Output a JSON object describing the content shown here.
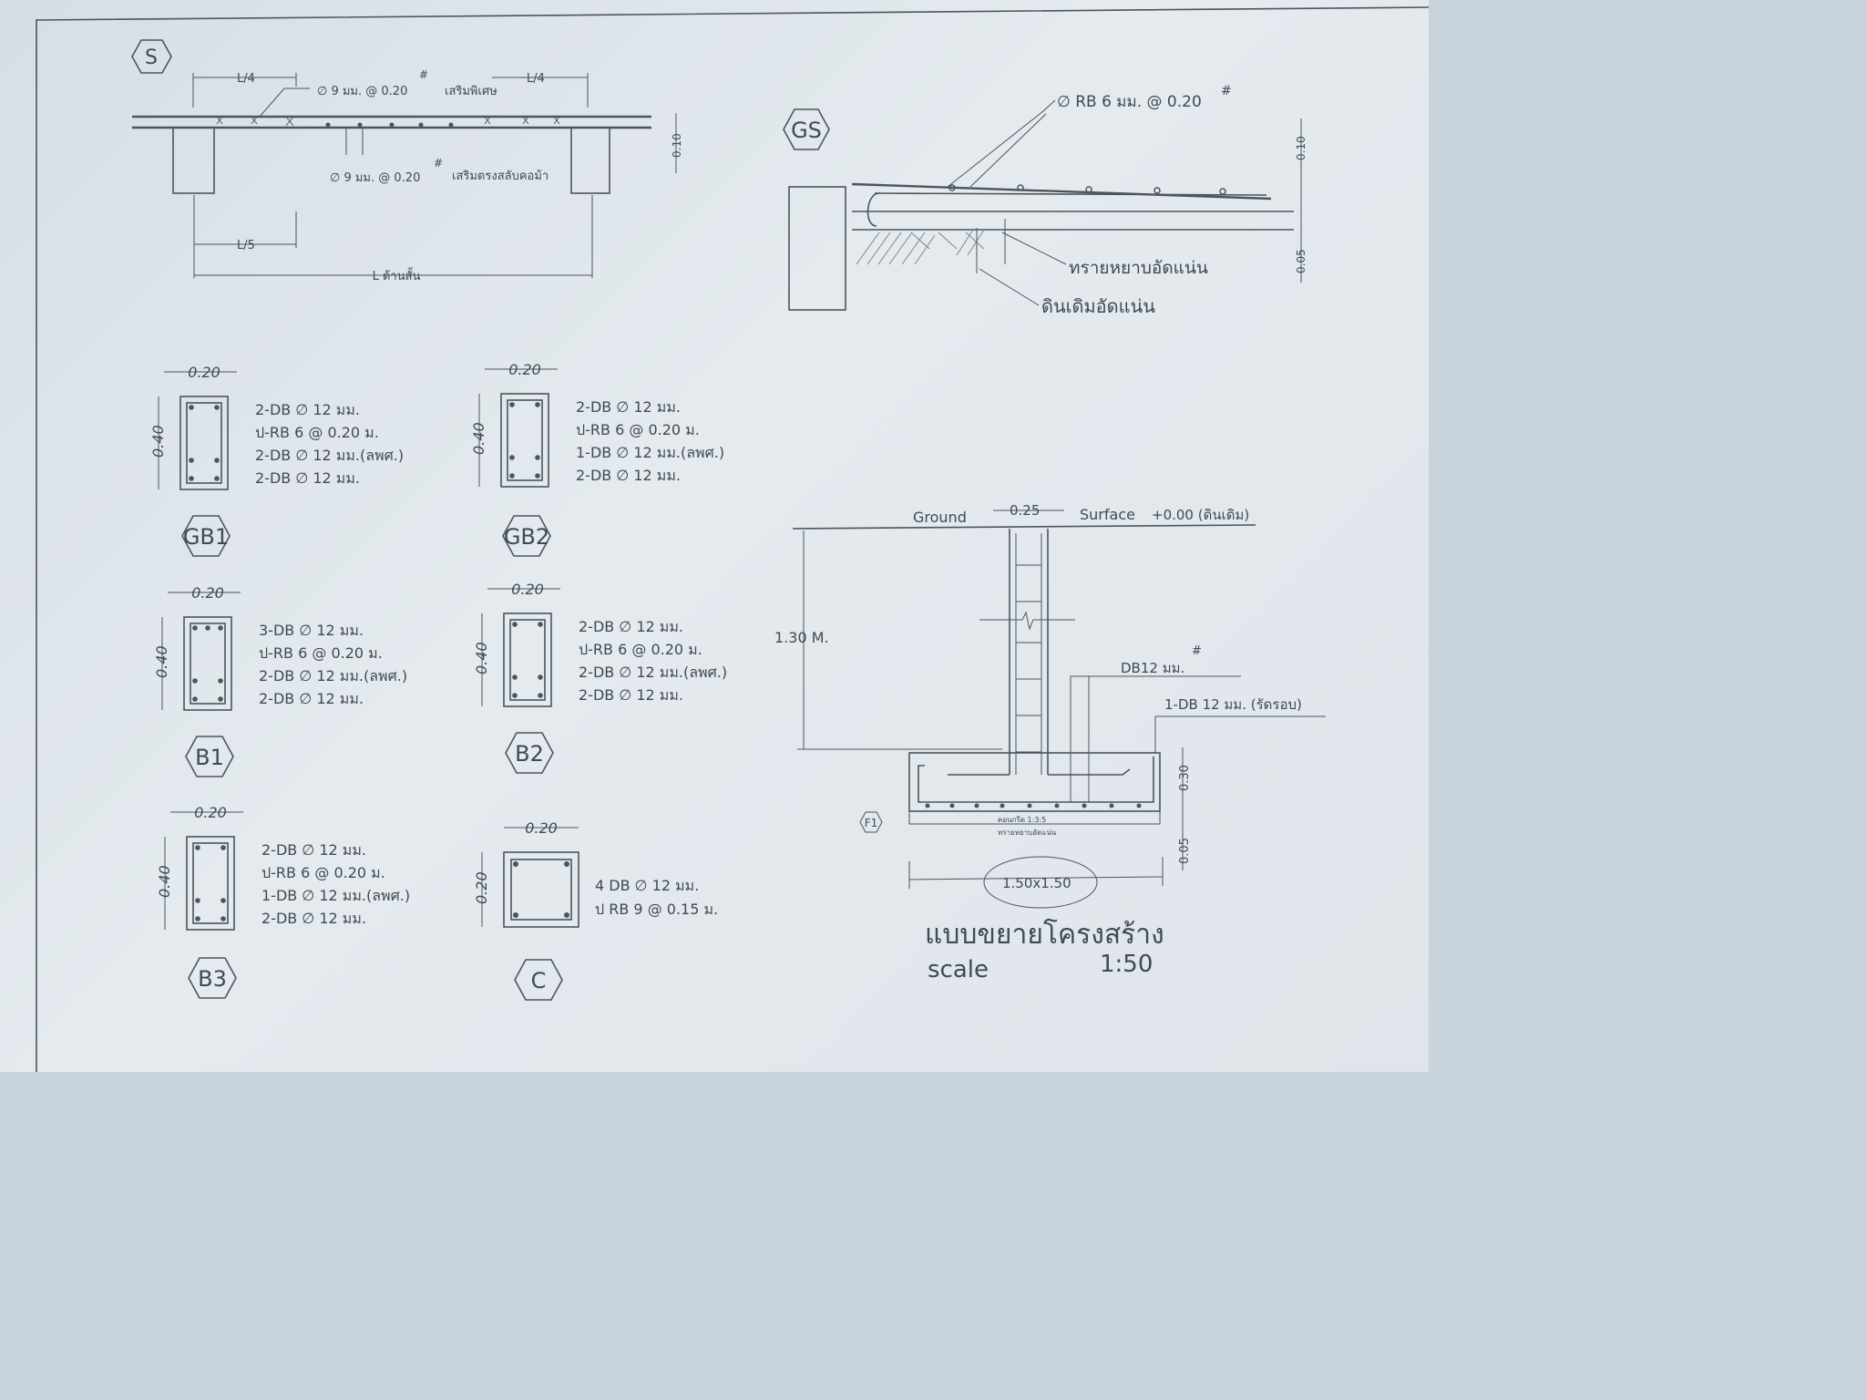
{
  "slab": {
    "tag": "S",
    "top_left_dim": "L/4",
    "top_right_dim": "L/4",
    "top_bar_note": "∅ 9 มม. @ 0.20",
    "top_bar_desc": "เสริมพิเศษ",
    "bottom_bar_note": "∅ 9 มม. @ 0.20",
    "bottom_bar_desc": "เสริมตรงสลับคอม้า",
    "thickness": "0.10",
    "l5_dim": "L/5",
    "span_label": "L ด้านสั้น",
    "hash": "#"
  },
  "ground_slab": {
    "tag": "GS",
    "bar_note": "∅ RB 6 มม. @ 0.20",
    "hash": "#",
    "thickness": "0.10",
    "sand_thickness": "0.05",
    "sand_label": "ทรายหยาบอัดแน่น",
    "soil_label": "ดินเดิมอัดแน่น"
  },
  "beams": [
    {
      "tag": "GB1",
      "width": "0.20",
      "height": "0.40",
      "lines": [
        "2-DB ∅ 12 มม.",
        "ป-RB 6 @ 0.20 ม.",
        "2-DB ∅ 12 มม.(ลพศ.)",
        "2-DB ∅ 12 มม."
      ]
    },
    {
      "tag": "GB2",
      "width": "0.20",
      "height": "0.40",
      "lines": [
        "2-DB ∅ 12 มม.",
        "ป-RB 6 @ 0.20 ม.",
        "1-DB ∅ 12 มม.(ลพศ.)",
        "2-DB ∅ 12 มม."
      ]
    },
    {
      "tag": "B1",
      "width": "0.20",
      "height": "0.40",
      "lines": [
        "3-DB ∅ 12 มม.",
        "ป-RB 6 @ 0.20 ม.",
        "2-DB ∅ 12 มม.(ลพศ.)",
        "2-DB ∅ 12 มม."
      ]
    },
    {
      "tag": "B2",
      "width": "0.20",
      "height": "0.40",
      "lines": [
        "2-DB ∅ 12 มม.",
        "ป-RB 6 @ 0.20 ม.",
        "2-DB ∅ 12 มม.(ลพศ.)",
        "2-DB ∅ 12 มม."
      ]
    },
    {
      "tag": "B3",
      "width": "0.20",
      "height": "0.40",
      "lines": [
        "2-DB ∅ 12 มม.",
        "ป-RB 6 @ 0.20 ม.",
        "1-DB ∅ 12 มม.(ลพศ.)",
        "2-DB ∅ 12 มม."
      ]
    }
  ],
  "column": {
    "tag": "C",
    "width": "0.20",
    "height": "0.20",
    "lines": [
      "4 DB ∅ 12 มม.",
      "ป RB 9 @ 0.15 ม."
    ]
  },
  "footing": {
    "tag": "F1",
    "ground_word": "Ground",
    "surface_word": "Surface",
    "level": "+0.00 (ดินเดิม)",
    "column_width": "0.25",
    "depth": "1.30 M.",
    "bar_note": "DB12 มม.",
    "hash": "#",
    "tie_note": "1-DB 12 มม. (รัดรอบ)",
    "thickness": "0.30",
    "base_thickness": "0.05",
    "lean_note_1": "คอนกรีต 1:3:5",
    "lean_note_2": "ทรายหยาบอัดแน่น",
    "size": "1.50x1.50"
  },
  "title_block": {
    "title": "แบบขยายโครงสร้าง",
    "scale_label": "scale",
    "scale_value": "1:50"
  }
}
